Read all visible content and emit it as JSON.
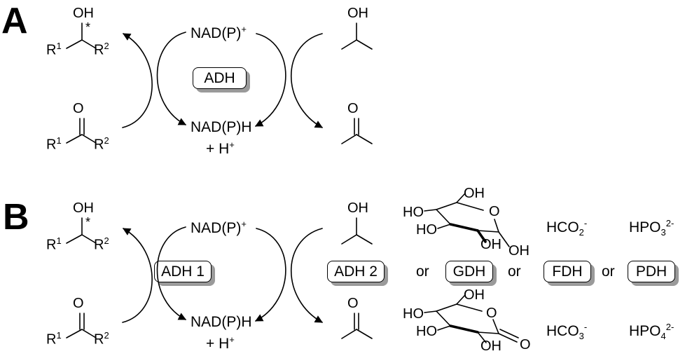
{
  "panels": [
    {
      "letter": "A",
      "substrate_alcohol": {
        "oh": "OH",
        "star": "*",
        "r1": "R",
        "r1_sup": "1",
        "r2": "R",
        "r2_sup": "2"
      },
      "substrate_ketone": {
        "o": "O",
        "r1": "R",
        "r1_sup": "1",
        "r2": "R",
        "r2_sup": "2"
      },
      "cofactor_ox": {
        "text": "NAD(P)",
        "sup": "+"
      },
      "cofactor_red": {
        "text": "NAD(P)H",
        "line2": "+ H",
        "line2_sup": "+"
      },
      "enzyme": "ADH",
      "cosubstrate_alcohol": {
        "oh": "OH"
      },
      "cosubstrate_ketone": {
        "o": "O"
      }
    },
    {
      "letter": "B",
      "substrate_alcohol": {
        "oh": "OH",
        "star": "*",
        "r1": "R",
        "r1_sup": "1",
        "r2": "R",
        "r2_sup": "2"
      },
      "substrate_ketone": {
        "o": "O",
        "r1": "R",
        "r1_sup": "1",
        "r2": "R",
        "r2_sup": "2"
      },
      "cofactor_ox": {
        "text": "NAD(P)",
        "sup": "+"
      },
      "cofactor_red": {
        "text": "NAD(P)H",
        "line2": "+ H",
        "line2_sup": "+"
      },
      "enzyme1": "ADH 1",
      "enzyme2": "ADH 2",
      "cosubstrate_alcohol": {
        "oh": "OH"
      },
      "cosubstrate_ketone": {
        "o": "O"
      },
      "or_words": [
        "or",
        "or",
        "or"
      ],
      "gdh": "GDH",
      "fdh": "FDH",
      "pdh": "PDH",
      "glucose": {
        "oh_labels": [
          "OH",
          "HO",
          "HO",
          "OH",
          "OH"
        ],
        "o": "O"
      },
      "gluconolactone": {
        "oh_labels": [
          "OH",
          "HO",
          "HO",
          "OH"
        ],
        "o_ring": "O",
        "o_carbonyl": "O"
      },
      "formate": {
        "main": "HCO",
        "sub": "2",
        "sup": "-"
      },
      "bicarbonate": {
        "main": "HCO",
        "sub": "3",
        "sup": "-"
      },
      "phosphite": {
        "main": "HPO",
        "sub": "3",
        "sup": "2-"
      },
      "phosphate": {
        "main": "HPO",
        "sub": "4",
        "sup": "2-"
      }
    }
  ]
}
